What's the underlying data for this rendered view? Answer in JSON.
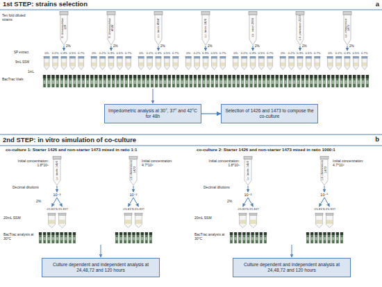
{
  "diagram": {
    "nodes": [
      {
        "text": [
          "S. thermophilus 128"
        ]
      },
      {
        "text": [
          "S. thermophilus 4028"
        ]
      },
      {
        "text": [
          "Lc. lactis 4064"
        ]
      },
      {
        "text": [
          "Lc. lactis 1426"
        ]
      },
      {
        "text": [
          "Lb. casei 2066"
        ]
      },
      {
        "text": [
          "Lb. paracasei 2333"
        ]
      },
      {
        "text": [
          "Lb. rhamnosus 1473"
        ]
      },
      {
        "text": [
          "Impedometric analysis at 30°, 37° and 42°C for 48h"
        ]
      },
      {
        "text": [
          "Selection of 1426 and 1473 to compose the co-culture"
        ]
      },
      {
        "text": [
          "Lc. lactis 1426"
        ]
      },
      {
        "text": [
          "Lb. rhamnosus 1473"
        ]
      },
      {
        "text": [
          "Lc. lactis 1426"
        ]
      },
      {
        "text": [
          "Lb. rhamnosus 1473"
        ]
      },
      {
        "text": [
          "Culture dependent and independent analysis at 24,48,72 and 120 hours"
        ]
      },
      {
        "text": [
          "Culture dependent and independent analysis at 24,48,72 and 120 hours"
        ]
      }
    ],
    "edges": [
      {
        "from": 7,
        "to": 8,
        "arrow": "to"
      }
    ],
    "labels": [
      "1st STEP: strains selection",
      "a",
      "Ten fold diluted strains",
      "2%",
      "2%",
      "2%",
      "2%",
      "2%",
      "2%",
      "2%",
      "SP extract",
      "0%",
      "0.2%",
      "0.3%",
      "0.5%",
      "0.7%",
      "0%",
      "0.2%",
      "0.3%",
      "0.5%",
      "0.7%",
      "0%",
      "0.2%",
      "0.3%",
      "0.5%",
      "0.7%",
      "0%",
      "0.2%",
      "0.3%",
      "0.5%",
      "0.7%",
      "0%",
      "0.2%",
      "0.3%",
      "0.5%",
      "0.7%",
      "0%",
      "0.2%",
      "0.3%",
      "0.5%",
      "0.7%",
      "0%",
      "0.2%",
      "0.3%",
      "0.5%",
      "0.7%",
      "9mL SSM",
      "1mL",
      "BacTrac Vials",
      "2nd STEP: in vitro simulation of co-culture",
      "b",
      "co-culture 1: Starter 1426 and non-starter 1473 mixed in ratio 1:1",
      "Initial concentration: 1.8*10⁹",
      "Initial concentration: 4.7*10⁶",
      "Decimal dilutions",
      "10⁻³",
      "10⁻³",
      "2%",
      "0% EXT",
      "0.3% EXT",
      "0% EXT",
      "0.3% EXT",
      "20mL SSM",
      "BacTrac analysis at 30°C",
      "co-culture 2: Starter 1426 and non-starter 1473 mixed in ratio 1000:1",
      "Initial concentration: 1.8*10⁹",
      "Initial concentration: 4.7*10⁶",
      "Decimal dilutions",
      "10⁻³",
      "10⁻⁶",
      "2%",
      "0% EXT",
      "0.3% EXT",
      "0% EXT",
      "0.3% EXT",
      "20mL SSM",
      "BacTrac analysis at 30°C"
    ]
  }
}
